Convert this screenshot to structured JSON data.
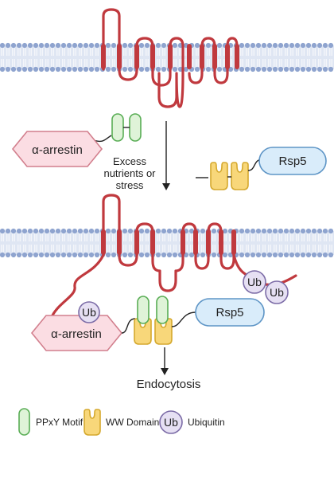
{
  "labels": {
    "arrestin_top": "α-arrestin",
    "rsp5_top": "Rsp5",
    "stimulus_line1": "Excess",
    "stimulus_line2": "nutrients or",
    "stimulus_line3": "stress",
    "arrestin_bottom": "α-arrestin",
    "rsp5_bottom": "Rsp5",
    "ub_on_arrestin": "Ub",
    "ub_on_tail_1": "Ub",
    "ub_on_tail_2": "Ub",
    "endocytosis": "Endocytosis"
  },
  "legend": {
    "ppxy": "PPxY Motif",
    "ww": "WW Domain",
    "ub_symbol": "Ub",
    "ub": "Ubiquitin"
  },
  "colors": {
    "transporter": "#c0393e",
    "membrane_head": "#8fa4cf",
    "membrane_band": "#dfe6f3",
    "arrestin_fill": "#fbdde3",
    "arrestin_stroke": "#d27f8d",
    "ppxy_fill": "#dff3d8",
    "ppxy_stroke": "#59ad55",
    "ww_fill": "#f8d77a",
    "ww_stroke": "#d5a92e",
    "rsp5_fill": "#d9ecfa",
    "rsp5_stroke": "#5e95c6",
    "ub_fill": "#e6e0f3",
    "ub_stroke": "#7c6ca7"
  }
}
